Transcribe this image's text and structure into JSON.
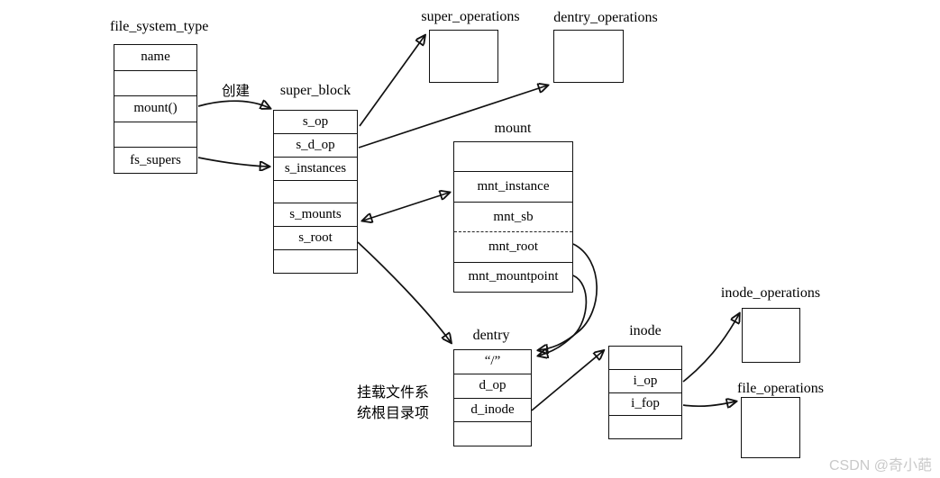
{
  "watermark": "CSDN @奇小葩",
  "annotations": {
    "create_label": "创建",
    "root_dentry_note_line1": "挂载文件系",
    "root_dentry_note_line2": "统根目录项"
  },
  "structs": {
    "file_system_type": {
      "title": "file_system_type",
      "fields": [
        "name",
        "",
        "mount()",
        "",
        "fs_supers"
      ]
    },
    "super_block": {
      "title": "super_block",
      "fields": [
        "s_op",
        "s_d_op",
        "s_instances",
        "",
        "s_mounts",
        "s_root",
        ""
      ]
    },
    "mount": {
      "title": "mount",
      "fields": [
        "",
        "mnt_instance",
        "mnt_sb",
        "mnt_root",
        "mnt_mountpoint"
      ]
    },
    "dentry": {
      "title": "dentry",
      "fields": [
        "“/”",
        "d_op",
        "d_inode",
        ""
      ]
    },
    "inode": {
      "title": "inode",
      "fields": [
        "",
        "i_op",
        "i_fop",
        ""
      ]
    },
    "super_operations": {
      "title": "super_operations"
    },
    "dentry_operations": {
      "title": "dentry_operations"
    },
    "inode_operations": {
      "title": "inode_operations"
    },
    "file_operations": {
      "title": "file_operations"
    }
  },
  "connections": [
    {
      "from": "file_system_type.mount()",
      "to": "super_block",
      "label": "创建"
    },
    {
      "from": "file_system_type.fs_supers",
      "to": "super_block.s_instances"
    },
    {
      "from": "super_block.s_op",
      "to": "super_operations"
    },
    {
      "from": "super_block.s_d_op",
      "to": "dentry_operations"
    },
    {
      "from": "super_block.s_mounts",
      "to": "mount.mnt_instance",
      "bidirectional": true
    },
    {
      "from": "super_block.s_root",
      "to": "dentry"
    },
    {
      "from": "mount.mnt_root",
      "to": "dentry"
    },
    {
      "from": "mount.mnt_mountpoint",
      "to": "dentry"
    },
    {
      "from": "dentry.d_inode",
      "to": "inode"
    },
    {
      "from": "inode.i_op",
      "to": "inode_operations"
    },
    {
      "from": "inode.i_fop",
      "to": "file_operations"
    }
  ],
  "colors": {
    "line": "#111111",
    "text": "#000000",
    "watermark": "#c9c9c9",
    "background": "#ffffff"
  }
}
